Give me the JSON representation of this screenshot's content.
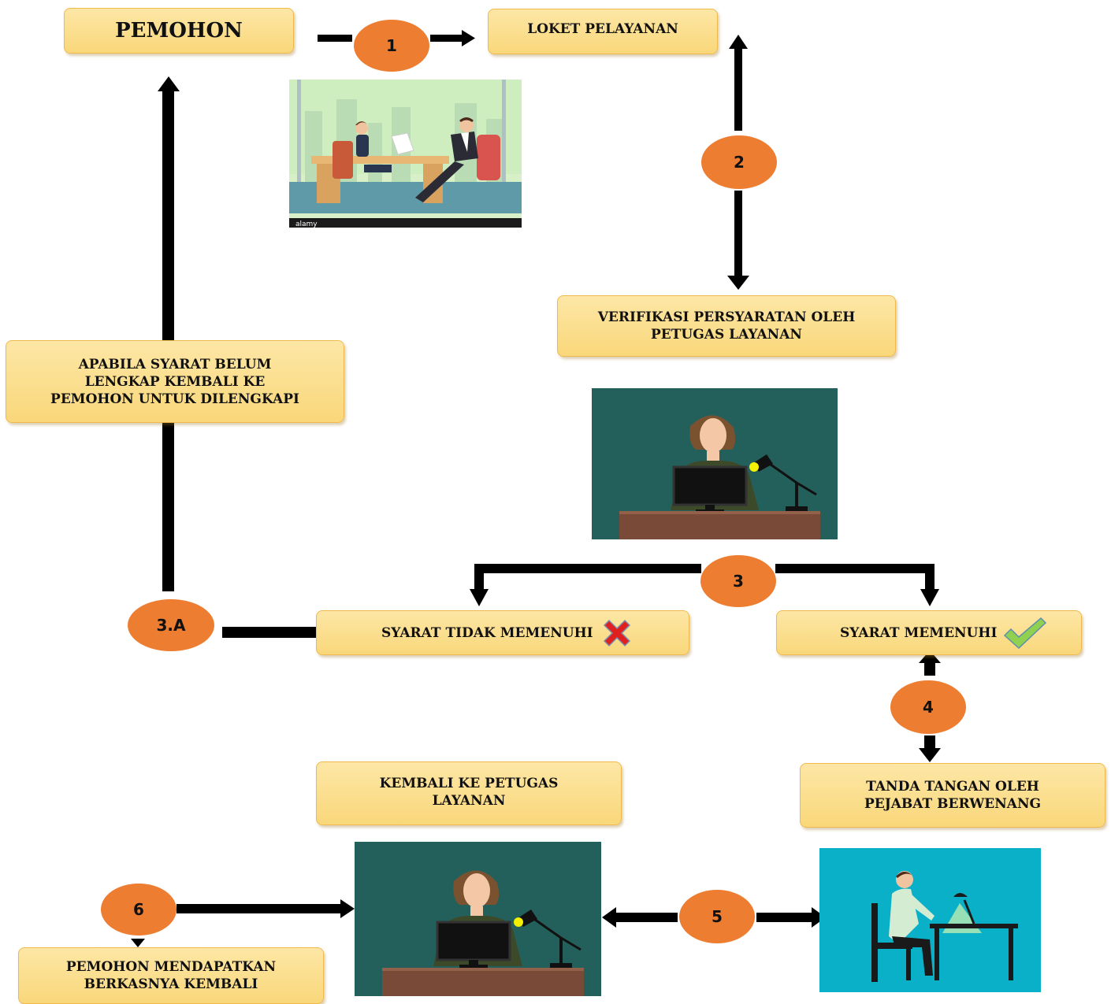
{
  "nodes": {
    "pemohon": "PEMOHON",
    "loket": "LOKET PELAYANAN",
    "verifikasi": "VERIFIKASI PERSYARATAN OLEH\nPETUGAS LAYANAN",
    "belum_lengkap": "APABILA SYARAT BELUM\nLENGKAP KEMBALI KE\nPEMOHON UNTUK DILENGKAPI",
    "tidak_memenuhi": "SYARAT TIDAK MEMENUHI",
    "memenuhi": "SYARAT MEMENUHI",
    "tanda_tangan": "TANDA TANGAN OLEH\nPEJABAT BERWENANG",
    "kembali_petugas": "KEMBALI KE PETUGAS\nLAYANAN",
    "mendapatkan": "PEMOHON MENDAPATKAN\nBERKASNYA KEMBALI"
  },
  "steps": {
    "s1": "1",
    "s2": "2",
    "s3": "3",
    "s3a": "3.A",
    "s4": "4",
    "s5": "5",
    "s6": "6"
  },
  "illustrations": {
    "meeting_watermark": "alamy"
  },
  "colors": {
    "box_fill": "#fbdc86",
    "box_border": "#f0b94d",
    "step_circle": "#ed7d31",
    "arrow": "#000000",
    "cross": "#e0201f",
    "check": "#92d050"
  }
}
